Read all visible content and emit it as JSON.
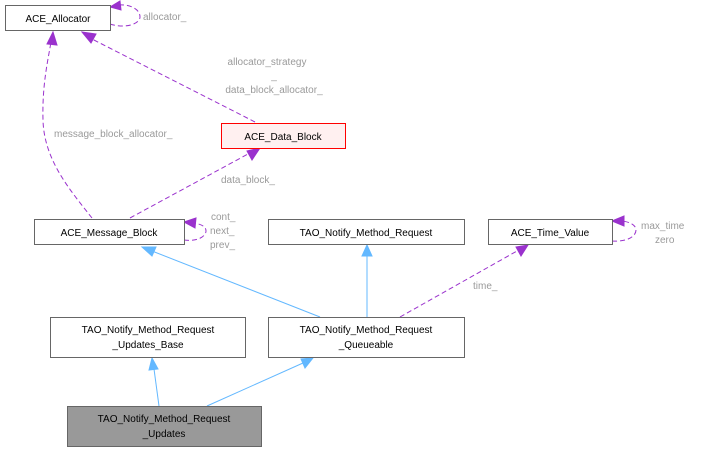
{
  "colors": {
    "inheritance_edge": "#63b8ff",
    "usage_edge": "#9a32cd",
    "edge_label": "#9a9a9a",
    "node_border": "#666666",
    "highlight_border": "#ff0000",
    "highlight_fill": "#fff0f0",
    "current_fill": "#999999"
  },
  "nodes": {
    "ace_allocator": {
      "lines": [
        "ACE_Allocator"
      ]
    },
    "ace_data_block": {
      "lines": [
        "ACE_Data_Block"
      ]
    },
    "ace_message_block": {
      "lines": [
        "ACE_Message_Block"
      ]
    },
    "tao_notify_method_request": {
      "lines": [
        "TAO_Notify_Method_Request"
      ]
    },
    "ace_time_value": {
      "lines": [
        "ACE_Time_Value"
      ]
    },
    "updates_base": {
      "lines": [
        "TAO_Notify_Method_Request",
        "_Updates_Base"
      ]
    },
    "queueable": {
      "lines": [
        "TAO_Notify_Method_Request",
        "_Queueable"
      ]
    },
    "updates": {
      "lines": [
        "TAO_Notify_Method_Request",
        "_Updates"
      ]
    }
  },
  "edge_labels": {
    "allocator_self": "allocator_",
    "data_block_allocator": [
      "allocator_strategy",
      "_",
      "data_block_allocator_"
    ],
    "message_block_allocator": "message_block_allocator_",
    "data_block": "data_block_",
    "message_block_self": [
      "cont_",
      "next_",
      "prev_"
    ],
    "time_value_self": [
      "max_time",
      "zero"
    ],
    "time": "time_"
  }
}
